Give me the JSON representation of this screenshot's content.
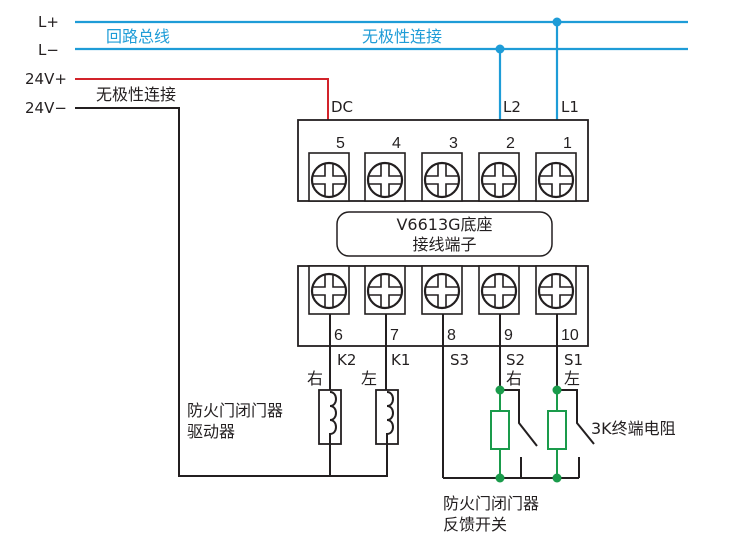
{
  "colors": {
    "bus": "#1e9cd7",
    "power_positive": "#d2232a",
    "wire": "#231f20",
    "feedback": "#1a9b4b"
  },
  "rails": {
    "l_plus": "L+",
    "l_minus": "L−",
    "v24_plus": "24V+",
    "v24_minus": "24V−",
    "bus_label": "回路总线",
    "bus_polarity_note": "无极性连接",
    "power_polarity_note": "无极性连接"
  },
  "top_block": {
    "wire_labels": {
      "dc": "DC",
      "l2": "L2",
      "l1": "L1"
    },
    "terminals": [
      "5",
      "4",
      "3",
      "2",
      "1"
    ]
  },
  "base_label": {
    "line1": "V6613G底座",
    "line2": "接线端子"
  },
  "bottom_block": {
    "terminals": [
      "6",
      "7",
      "8",
      "9",
      "10"
    ],
    "signal_labels": [
      "K2",
      "K1",
      "S3",
      "S2",
      "S1"
    ],
    "side_labels": {
      "k2": "右",
      "k1": "左",
      "s2": "右",
      "s1": "左"
    }
  },
  "driver": {
    "line1": "防火门闭门器",
    "line2": "驱动器"
  },
  "resistor_note": "3K终端电阻",
  "feedback": {
    "line1": "防火门闭门器",
    "line2": "反馈开关"
  }
}
